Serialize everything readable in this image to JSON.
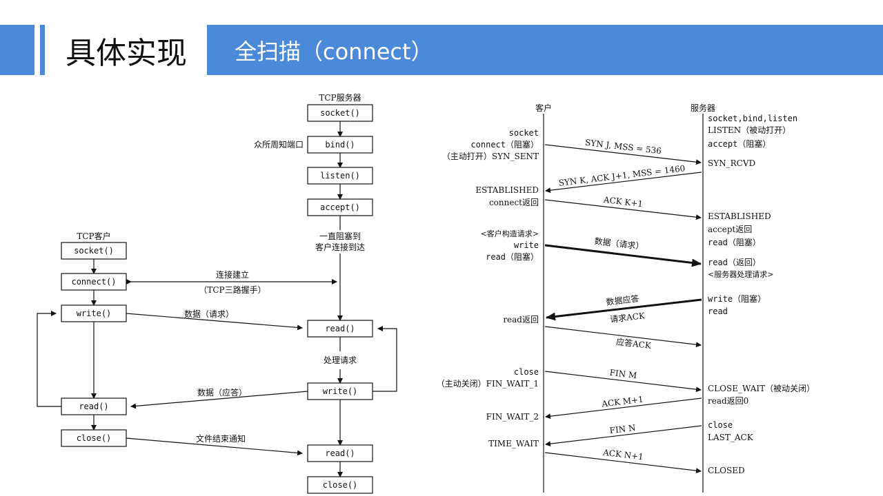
{
  "header": {
    "title": "具体实现",
    "subtitle": "全扫描（connect）",
    "accent": "#4a8ad9"
  },
  "flow": {
    "server_title": "TCP服务器",
    "client_title": "TCP客户",
    "server": [
      "socket()",
      "bind()",
      "listen()",
      "accept()",
      "read()",
      "write()",
      "read()",
      "close()"
    ],
    "client": [
      "socket()",
      "connect()",
      "write()",
      "read()",
      "close()"
    ],
    "well_known_port": "众所周知端口",
    "block_line1": "一直阻塞到",
    "block_line2": "客户连接到达",
    "conn_line1": "连接建立",
    "conn_line2": "（TCP三路握手）",
    "data_req": "数据（请求）",
    "process": "处理请求",
    "data_resp": "数据（应答）",
    "eof": "文件结束通知"
  },
  "seq": {
    "client_label": "客户",
    "server_label": "服务器",
    "client_notes": [
      "socket",
      "connect（阻塞）",
      "（主动打开）SYN_SENT",
      "ESTABLISHED",
      "connect返回",
      "<客户构造请求>",
      "write",
      "read（阻塞）",
      "read返回",
      "close",
      "（主动关闭）FIN_WAIT_1",
      "FIN_WAIT_2",
      "TIME_WAIT"
    ],
    "server_notes": [
      "socket,bind,listen",
      "LISTEN（被动打开）",
      "accept（阻塞）",
      "SYN_RCVD",
      "ESTABLISHED",
      "accept返回",
      "read（阻塞）",
      "read（返回）",
      "<服务器处理请求>",
      "write（阻塞）",
      "read",
      "CLOSE_WAIT（被动关闭）",
      "read返回0",
      "close",
      "LAST_ACK",
      "CLOSED"
    ],
    "messages": [
      "SYN J, MSS = 536",
      "SYN K, ACK J+1, MSS = 1460",
      "ACK K+1",
      "数据（请求）",
      "数据应答",
      "请求ACK",
      "应答ACK",
      "FIN M",
      "ACK M+1",
      "FIN N",
      "ACK N+1"
    ]
  }
}
